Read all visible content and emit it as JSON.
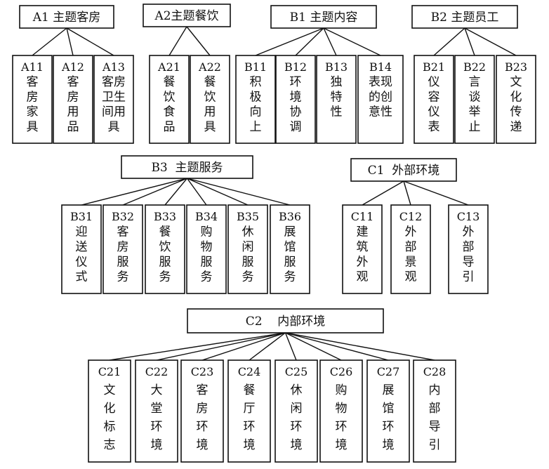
{
  "groups": [
    {
      "id": "A1",
      "title": "A1 主题客房",
      "children": [
        {
          "code": "A11",
          "lines": [
            "客",
            "房",
            "家",
            "具"
          ]
        },
        {
          "code": "A12",
          "lines": [
            "客",
            "房",
            "用",
            "品"
          ]
        },
        {
          "code": "A13",
          "lines": [
            "客房",
            "卫生",
            "间用",
            "具"
          ]
        }
      ]
    },
    {
      "id": "A2",
      "title": "A2主题餐饮",
      "children": [
        {
          "code": "A21",
          "lines": [
            "餐",
            "饮",
            "食",
            "品"
          ]
        },
        {
          "code": "A22",
          "lines": [
            "餐",
            "饮",
            "用",
            "具"
          ]
        }
      ]
    },
    {
      "id": "B1",
      "title": "B1 主题内容",
      "children": [
        {
          "code": "B11",
          "lines": [
            "积",
            "极",
            "向",
            "上"
          ]
        },
        {
          "code": "B12",
          "lines": [
            "环",
            "境",
            "协",
            "调"
          ]
        },
        {
          "code": "B13",
          "lines": [
            "独",
            "特",
            "性"
          ]
        },
        {
          "code": "B14",
          "lines": [
            "表现",
            "的创",
            "意性"
          ]
        }
      ]
    },
    {
      "id": "B2",
      "title": "B2 主题员工",
      "children": [
        {
          "code": "B21",
          "lines": [
            "仪",
            "容",
            "仪",
            "表"
          ]
        },
        {
          "code": "B22",
          "lines": [
            "言",
            "谈",
            "举",
            "止"
          ]
        },
        {
          "code": "B23",
          "lines": [
            "文",
            "化",
            "传",
            "递"
          ]
        }
      ]
    },
    {
      "id": "B3",
      "title": "B3  主题服务",
      "children": [
        {
          "code": "B31",
          "lines": [
            "迎",
            "送",
            "仪",
            "式"
          ]
        },
        {
          "code": "B32",
          "lines": [
            "客",
            "房",
            "服",
            "务"
          ]
        },
        {
          "code": "B33",
          "lines": [
            "餐",
            "饮",
            "服",
            "务"
          ]
        },
        {
          "code": "B34",
          "lines": [
            "购",
            "物",
            "服",
            "务"
          ]
        },
        {
          "code": "B35",
          "lines": [
            "休",
            "闲",
            "服",
            "务"
          ]
        },
        {
          "code": "B36",
          "lines": [
            "展",
            "馆",
            "服",
            "务"
          ]
        }
      ]
    },
    {
      "id": "C1",
      "title": "C1  外部环境",
      "children": [
        {
          "code": "C11",
          "lines": [
            "建",
            "筑",
            "外",
            "观"
          ]
        },
        {
          "code": "C12",
          "lines": [
            "外",
            "部",
            "景",
            "观"
          ]
        },
        {
          "code": "C13",
          "lines": [
            "外",
            "部",
            "导",
            "引"
          ]
        }
      ]
    },
    {
      "id": "C2",
      "title": "C2    内部环境",
      "children": [
        {
          "code": "C21",
          "lines": [
            "文",
            "化",
            "标",
            "志"
          ]
        },
        {
          "code": "C22",
          "lines": [
            "大",
            "堂",
            "环",
            "境"
          ]
        },
        {
          "code": "C23",
          "lines": [
            "客",
            "房",
            "环",
            "境"
          ]
        },
        {
          "code": "C24",
          "lines": [
            "餐",
            "厅",
            "环",
            "境"
          ]
        },
        {
          "code": "C25",
          "lines": [
            "休",
            "闲",
            "环",
            "境"
          ]
        },
        {
          "code": "C26",
          "lines": [
            "购",
            "物",
            "环",
            "境"
          ]
        },
        {
          "code": "C27",
          "lines": [
            "展",
            "馆",
            "环",
            "境"
          ]
        },
        {
          "code": "C28",
          "lines": [
            "内",
            "部",
            "导",
            "引"
          ]
        }
      ]
    }
  ]
}
